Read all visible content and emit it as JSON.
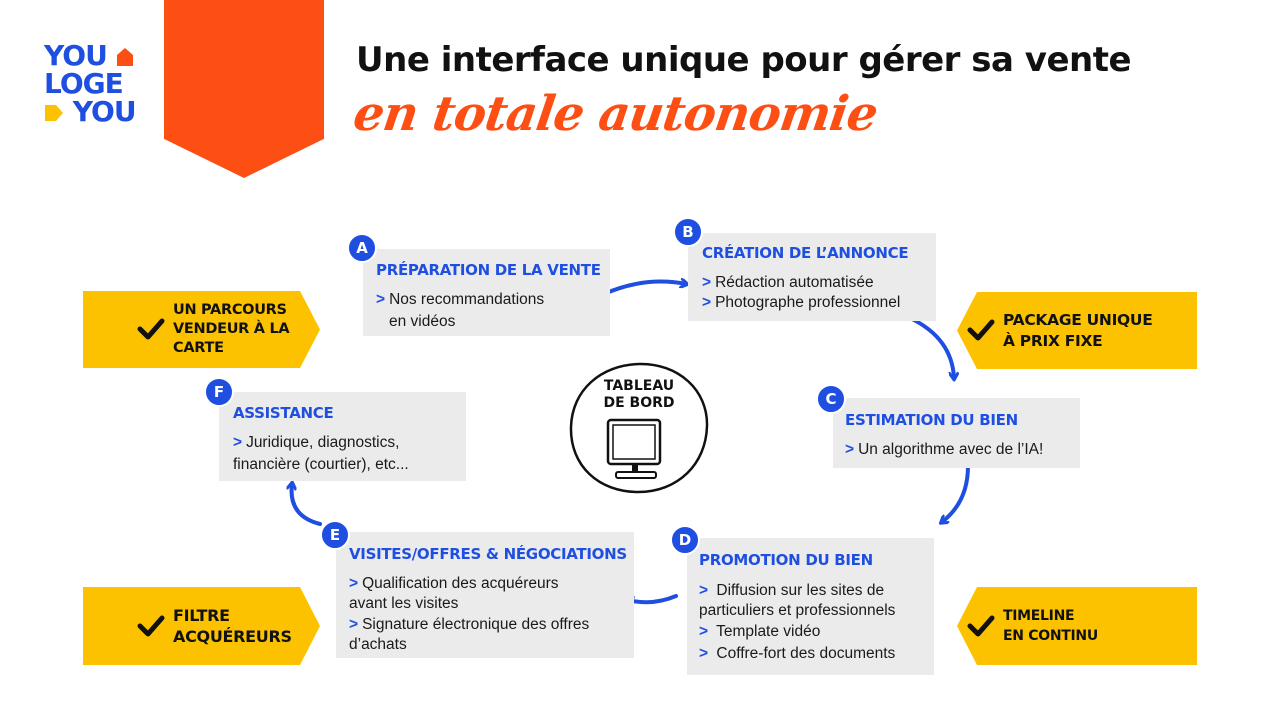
{
  "logo": {
    "line1": "YOU",
    "line2": "LOGE",
    "line3": "YOU"
  },
  "header": {
    "title": "Une interface unique pour gérer sa vente",
    "subtitle": "en totale autonomie"
  },
  "steps": {
    "A": {
      "letter": "A",
      "title": "PRÉPARATION DE LA VENTE",
      "lines": [
        "Nos recommandations",
        "en vidéos"
      ]
    },
    "B": {
      "letter": "B",
      "title": "CRÉATION DE L’ANNONCE",
      "lines": [
        "Rédaction automatisée",
        "Photographe professionnel"
      ]
    },
    "C": {
      "letter": "C",
      "title": "ESTIMATION DU BIEN",
      "lines": [
        "Un algorithme avec de l’IA!"
      ]
    },
    "D": {
      "letter": "D",
      "title": "PROMOTION DU BIEN",
      "lines": [
        "Diffusion sur les sites de",
        "particuliers et professionnels",
        "Template vidéo",
        "Coffre-fort des documents"
      ]
    },
    "E": {
      "letter": "E",
      "title": "VISITES/OFFRES & NÉGOCIATIONS",
      "lines": [
        "Qualification des acquéreurs",
        "avant les visites",
        "Signature électronique des offres",
        "d’achats"
      ]
    },
    "F": {
      "letter": "F",
      "title": "ASSISTANCE",
      "lines": [
        "Juridique, diagnostics,",
        "financière (courtier), etc..."
      ]
    }
  },
  "tags": {
    "parcours": [
      "UN PARCOURS",
      "VENDEUR À LA",
      "CARTE"
    ],
    "package": [
      "PACKAGE UNIQUE",
      "À PRIX FIXE"
    ],
    "filtre": [
      "FILTRE",
      "ACQUÉREURS"
    ],
    "timeline": [
      "TIMELINE",
      "EN CONTINU"
    ]
  },
  "center": {
    "line1": "TABLEAU",
    "line2": "DE BORD"
  },
  "colors": {
    "blue": "#1f4fe0",
    "orange": "#fd4e14",
    "yellow": "#fcc200",
    "box_gray": "#ebebeb"
  }
}
